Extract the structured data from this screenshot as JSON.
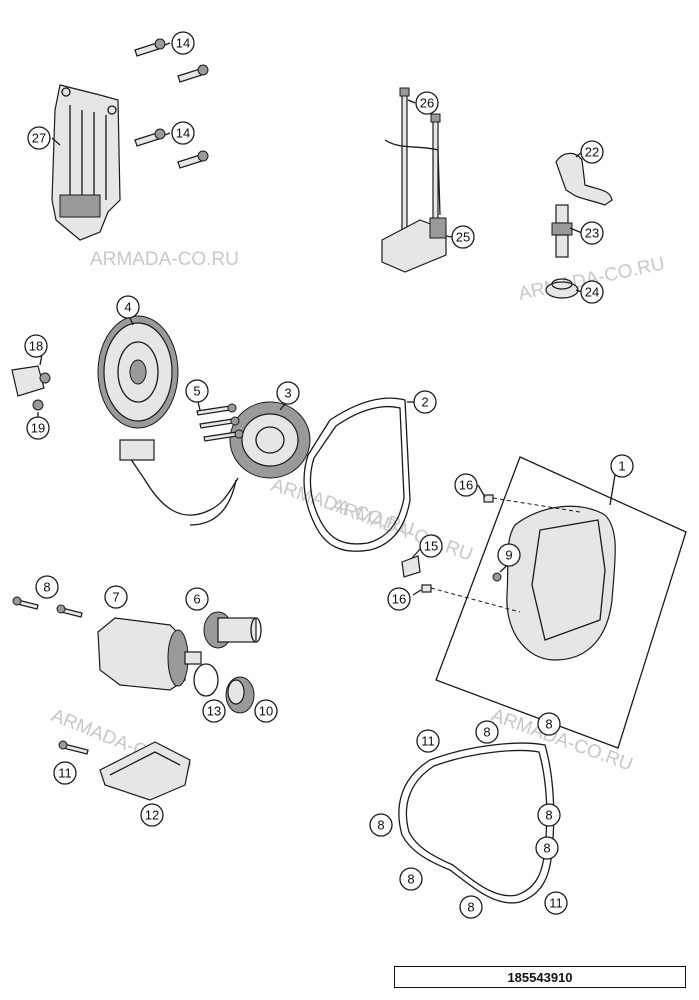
{
  "drawing_code": "185543910",
  "watermarks": [
    "ARMADA-CO.RU",
    "ARMADA-CO.RU",
    "ARMADA-CO.RU",
    "ARMADA-CO.RU",
    "ARMADA-CO.RU",
    "ARMADA-CO.RU"
  ],
  "callouts": [
    {
      "id": "c1",
      "label": "1"
    },
    {
      "id": "c2",
      "label": "2"
    },
    {
      "id": "c3",
      "label": "3"
    },
    {
      "id": "c4",
      "label": "4"
    },
    {
      "id": "c5",
      "label": "5"
    },
    {
      "id": "c6",
      "label": "6"
    },
    {
      "id": "c7",
      "label": "7"
    },
    {
      "id": "c8a",
      "label": "8"
    },
    {
      "id": "c8b",
      "label": "8"
    },
    {
      "id": "c8c",
      "label": "8"
    },
    {
      "id": "c8d",
      "label": "8"
    },
    {
      "id": "c8e",
      "label": "8"
    },
    {
      "id": "c8f",
      "label": "8"
    },
    {
      "id": "c8g",
      "label": "8"
    },
    {
      "id": "c8h",
      "label": "8"
    },
    {
      "id": "c9",
      "label": "9"
    },
    {
      "id": "c10",
      "label": "10"
    },
    {
      "id": "c11a",
      "label": "11"
    },
    {
      "id": "c11b",
      "label": "11"
    },
    {
      "id": "c11c",
      "label": "11"
    },
    {
      "id": "c12",
      "label": "12"
    },
    {
      "id": "c13",
      "label": "13"
    },
    {
      "id": "c14a",
      "label": "14"
    },
    {
      "id": "c14b",
      "label": "14"
    },
    {
      "id": "c15",
      "label": "15"
    },
    {
      "id": "c16a",
      "label": "16"
    },
    {
      "id": "c16b",
      "label": "16"
    },
    {
      "id": "c18",
      "label": "18"
    },
    {
      "id": "c19",
      "label": "19"
    },
    {
      "id": "c22",
      "label": "22"
    },
    {
      "id": "c23",
      "label": "23"
    },
    {
      "id": "c24",
      "label": "24"
    },
    {
      "id": "c25",
      "label": "25"
    },
    {
      "id": "c26",
      "label": "26"
    },
    {
      "id": "c27",
      "label": "27"
    }
  ]
}
